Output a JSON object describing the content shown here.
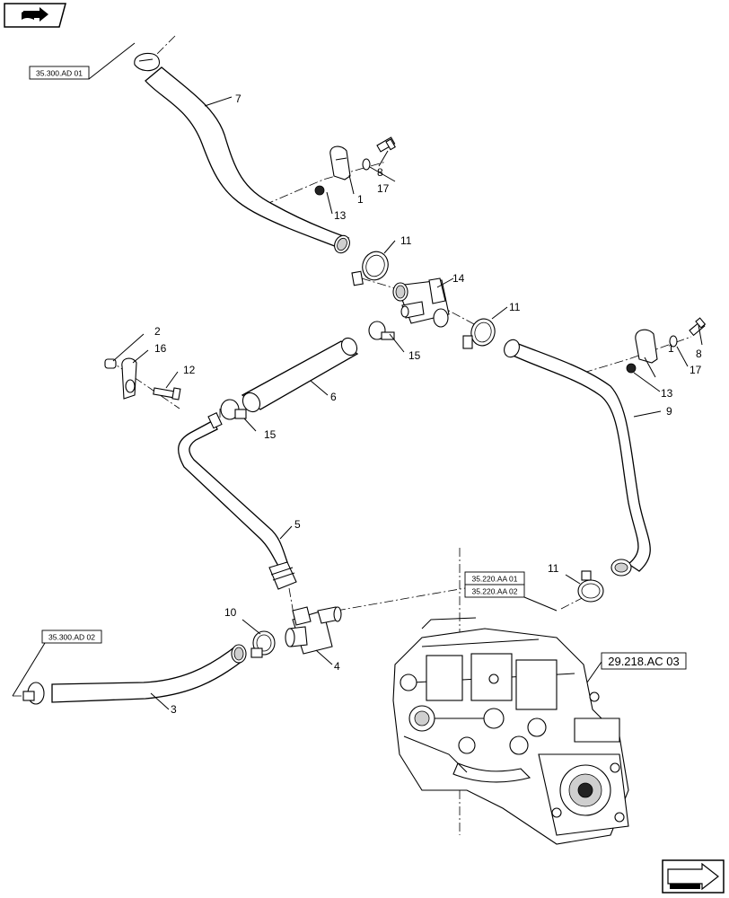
{
  "nav": {
    "home_icon": "book-arrow-icon",
    "next_icon": "next-page-arrow-icon"
  },
  "references": {
    "ref_top": "35.300.AD 01",
    "ref_mid_left": "35.300.AD 02",
    "ref_right_1": "35.220.AA 01",
    "ref_right_2": "35.220.AA 02",
    "ref_pump": "29.218.AC 03"
  },
  "callouts": {
    "c1a": "1",
    "c1b": "1",
    "c2": "2",
    "c3": "3",
    "c4": "4",
    "c5": "5",
    "c6": "6",
    "c7": "7",
    "c8a": "8",
    "c8b": "8",
    "c9": "9",
    "c10": "10",
    "c11a": "11",
    "c11b": "11",
    "c11c": "11",
    "c12": "12",
    "c13a": "13",
    "c13b": "13",
    "c14": "14",
    "c15a": "15",
    "c15b": "15",
    "c16": "16",
    "c17a": "17",
    "c17b": "17"
  }
}
